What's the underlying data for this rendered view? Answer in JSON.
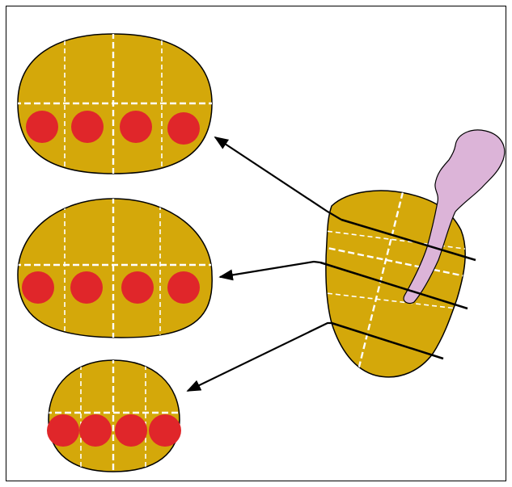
{
  "diagram": {
    "colors": {
      "tissue_fill": "#d4a80a",
      "outline": "#000000",
      "grid_lines": "#ffffff",
      "markers": "#e0262a",
      "duct_fill": "#dcb4d8",
      "background": "#ffffff",
      "frame": "#000000"
    },
    "sections": [
      {
        "name": "upper-section",
        "marker_count": 4
      },
      {
        "name": "middle-section",
        "marker_count": 4
      },
      {
        "name": "lower-section",
        "marker_count": 4
      }
    ],
    "specimen": {
      "cut_lines": 3,
      "has_duct": true
    },
    "arrow_count": 3
  }
}
